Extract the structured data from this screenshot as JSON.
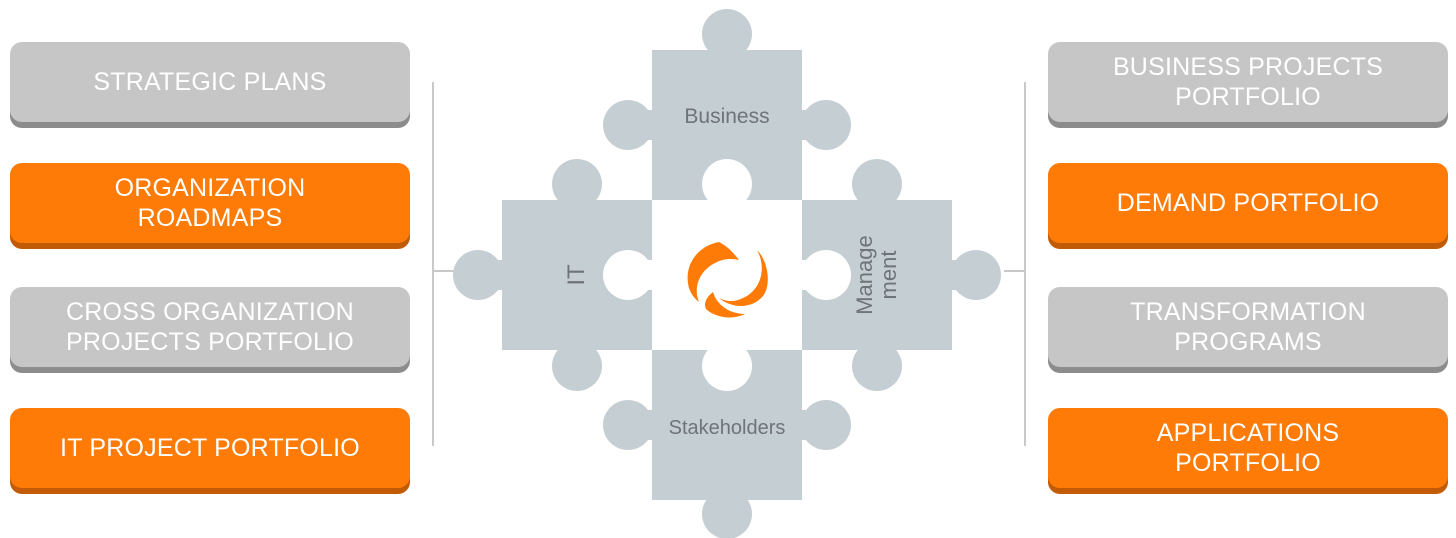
{
  "left_cards": [
    {
      "text": "STRATEGIC PLANS",
      "color": "#c6c6c6"
    },
    {
      "text": "ORGANIZATION\nROADMAPS",
      "color": "#ff7b07"
    },
    {
      "text": "CROSS ORGANIZATION\nPROJECTS PORTFOLIO",
      "color": "#c6c6c6"
    },
    {
      "text": "IT PROJECT PORTFOLIO",
      "color": "#ff7b07"
    }
  ],
  "right_cards": [
    {
      "text": "BUSINESS PROJECTS\nPORTFOLIO",
      "color": "#c6c6c6"
    },
    {
      "text": "DEMAND PORTFOLIO",
      "color": "#ff7b07"
    },
    {
      "text": "TRANSFORMATION\nPROGRAMS",
      "color": "#c6c6c6"
    },
    {
      "text": "APPLICATIONS\nPORTFOLIO",
      "color": "#ff7b07"
    }
  ],
  "puzzle": {
    "top": "Business",
    "left": "IT",
    "right": "Manage\nment",
    "bottom": "Stakeholders",
    "piece_color": "#c5ced3",
    "logo_color": "#ff7b07"
  }
}
